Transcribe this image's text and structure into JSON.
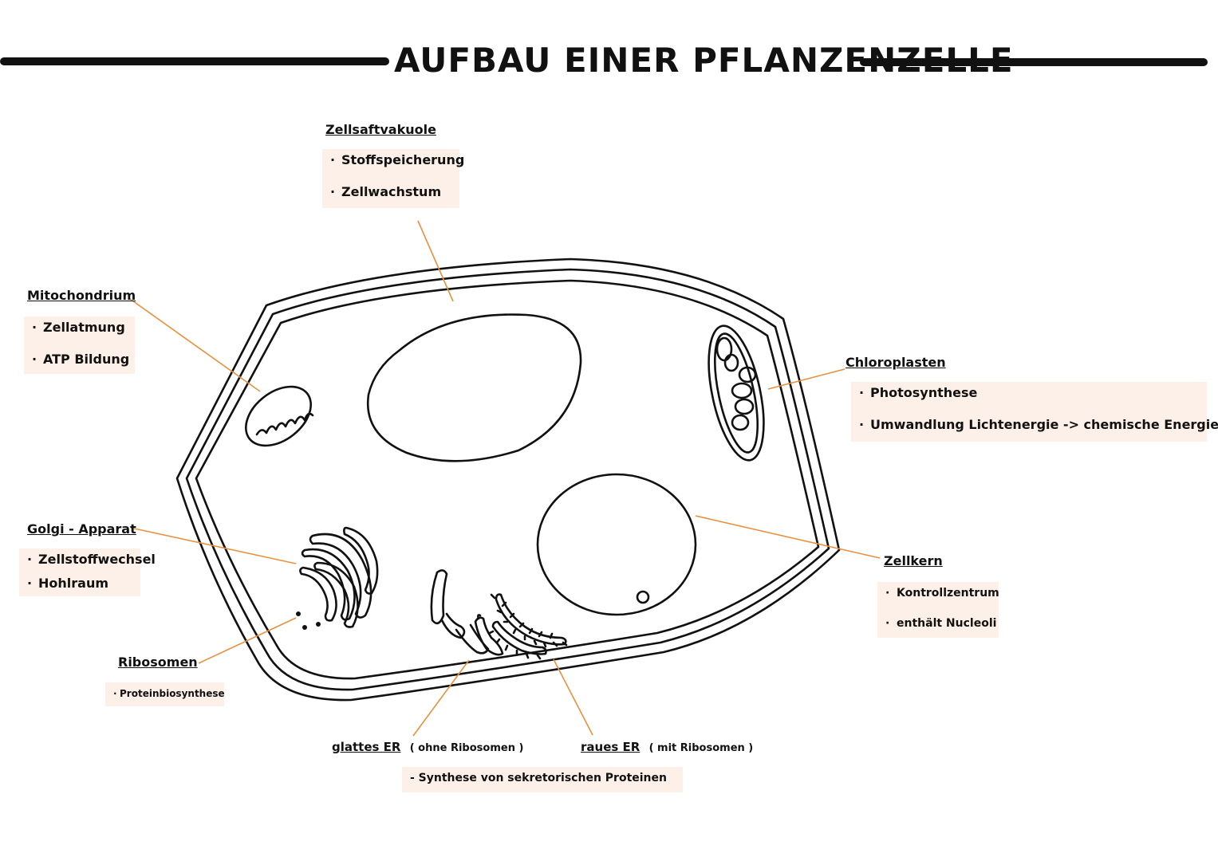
{
  "title": "AUFBAU EINER PFLANZENZELLE",
  "labels": {
    "vakuole": {
      "name": "Zellsaftvakuole",
      "items": [
        "Stoffspeicherung",
        "Zellwachstum"
      ]
    },
    "mitochondrium": {
      "name": "Mitochondrium",
      "items": [
        "Zellatmung",
        "ATP Bildung"
      ]
    },
    "chloroplasten": {
      "name": "Chloroplasten",
      "items": [
        "Photosynthese",
        "Umwandlung Lichtenergie -> chemische Energie"
      ]
    },
    "golgi": {
      "name": "Golgi - Apparat",
      "items": [
        "Zellstoffwechsel",
        "Hohlraum"
      ]
    },
    "zellkern": {
      "name": "Zellkern",
      "items": [
        "Kontrollzentrum",
        "enthält Nucleoli"
      ]
    },
    "ribosomen": {
      "name": "Ribosomen",
      "items": [
        "Proteinbiosynthese"
      ]
    },
    "glattes_er": {
      "name": "glattes ER",
      "note": "( ohne Ribosomen )"
    },
    "raues_er": {
      "name": "raues ER",
      "note": "( mit Ribosomen )"
    },
    "er_function": "- Synthese von sekretorischen Proteinen"
  },
  "colors": {
    "ink": "#111111",
    "leader_line": "#e8913f",
    "label_box": "#fdf0e8"
  }
}
